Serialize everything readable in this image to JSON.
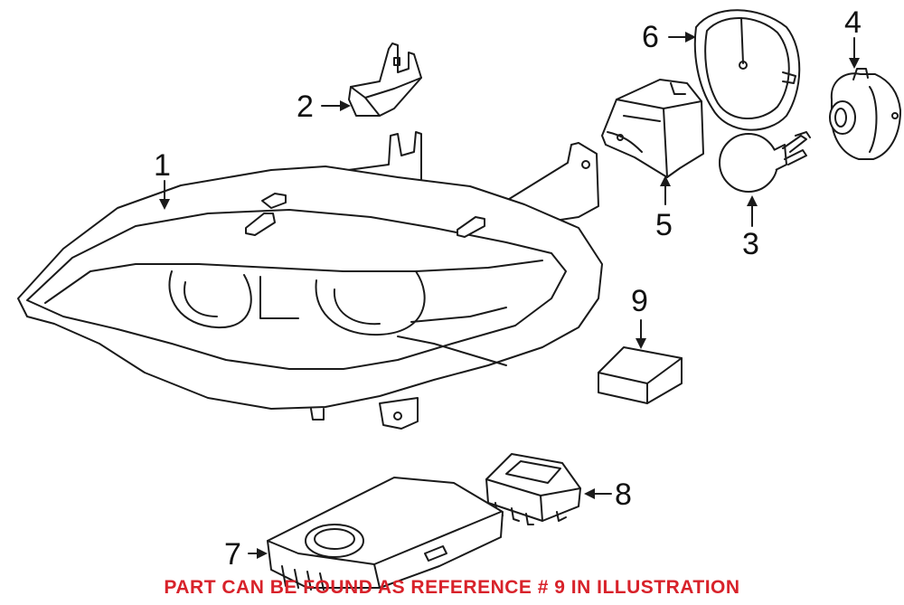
{
  "callouts": [
    {
      "id": "1",
      "label": "1"
    },
    {
      "id": "2",
      "label": "2"
    },
    {
      "id": "3",
      "label": "3"
    },
    {
      "id": "4",
      "label": "4"
    },
    {
      "id": "5",
      "label": "5"
    },
    {
      "id": "6",
      "label": "6"
    },
    {
      "id": "7",
      "label": "7"
    },
    {
      "id": "8",
      "label": "8"
    },
    {
      "id": "9",
      "label": "9"
    }
  ],
  "note": "PART CAN BE FOUND AS REFERENCE # 9 IN ILLUSTRATION",
  "colors": {
    "line": "#1a1a1a",
    "note": "#d8222a",
    "background": "#ffffff"
  }
}
